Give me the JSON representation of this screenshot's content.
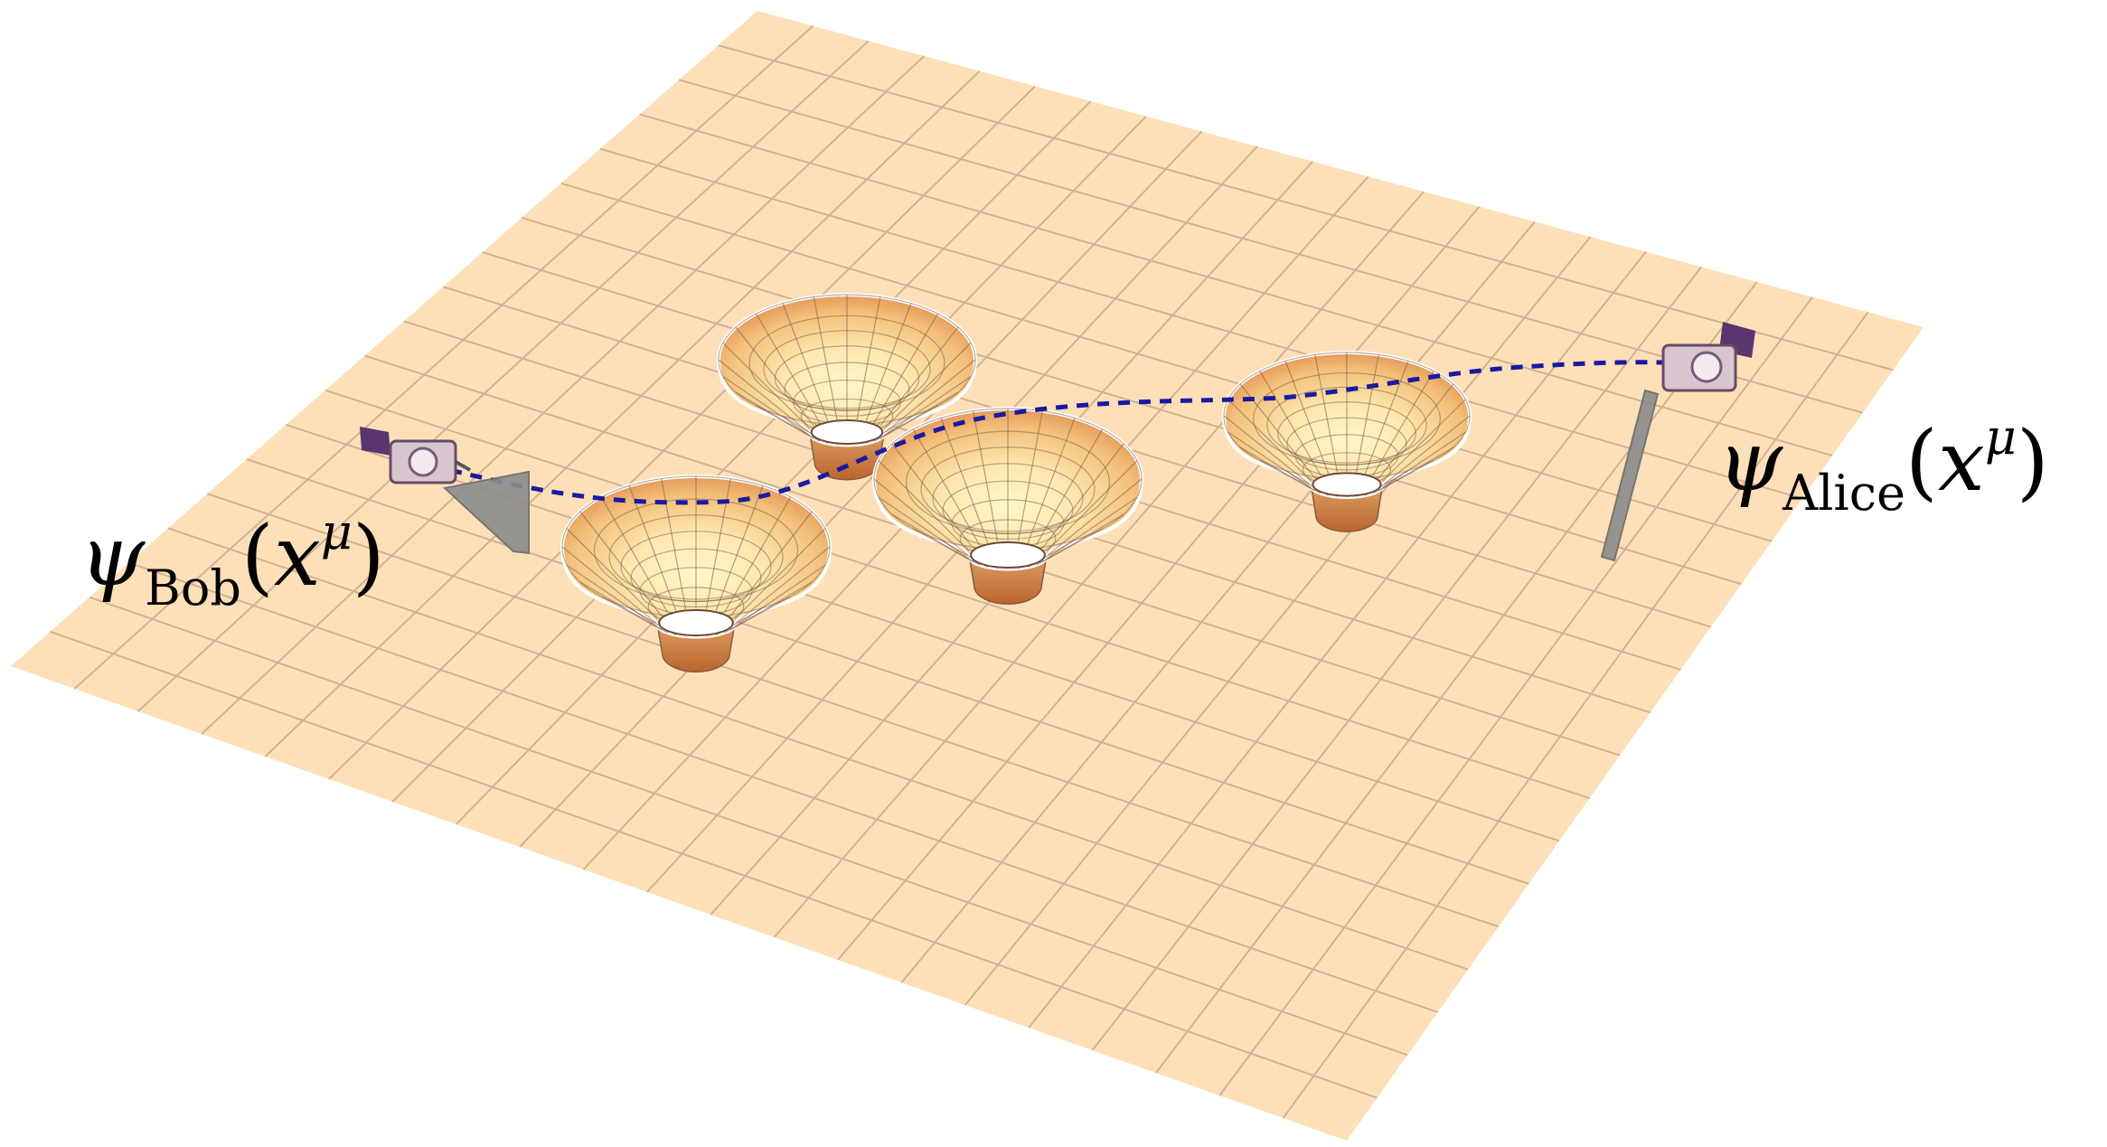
{
  "labels": {
    "bob": {
      "symbol": "ψ",
      "subscript": "Bob",
      "open": "(",
      "var": "x",
      "superscript": "μ",
      "close": ")"
    },
    "alice": {
      "symbol": "ψ",
      "subscript": "Alice",
      "open": "(",
      "var": "x",
      "superscript": "μ",
      "close": ")"
    }
  },
  "colors": {
    "sheet": "#fde0b8",
    "grid": "#c7ab8e",
    "well_light": "#fde9b0",
    "well_dark": "#d98a4e",
    "path": "#1a1aa0",
    "panel": "#8e8e8e",
    "satellite_panel": "#5b3570"
  },
  "objects": {
    "wells": 4,
    "satellites": [
      "Bob",
      "Alice"
    ],
    "path_style": "dashed"
  }
}
